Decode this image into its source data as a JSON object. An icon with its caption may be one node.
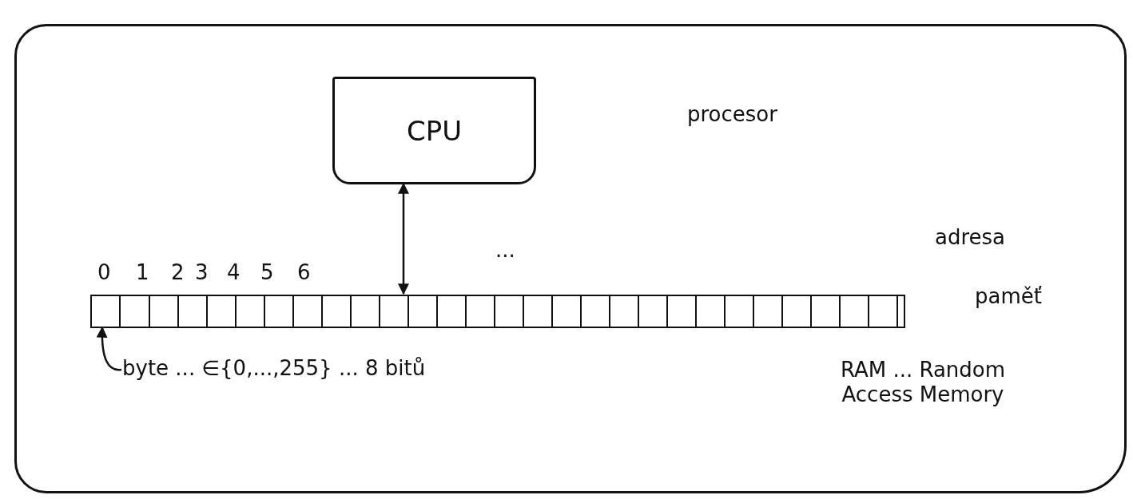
{
  "diagram": {
    "nodes": [
      {
        "text": [],
        "shape": "box"
      },
      {
        "text": [
          "CPU"
        ],
        "in": 0
      },
      {
        "text": [],
        "shape": "bar",
        "in": 0
      },
      {
        "text": [],
        "shape": "box",
        "in": 2
      },
      {
        "text": [
          "byte ... ∈{0,...,255} ... 8 bitů"
        ],
        "in": 0
      }
    ],
    "edges": [
      {
        "from": 1,
        "to": 2,
        "arrow": "both"
      },
      {
        "from": 4,
        "to": 3,
        "arrow": "to"
      }
    ],
    "labels": [
      "procesor",
      "adresa",
      "0",
      "1",
      "2",
      "3",
      "4",
      "5",
      "6",
      "...",
      "paměť",
      "RAM ... Random Access Memory"
    ]
  }
}
